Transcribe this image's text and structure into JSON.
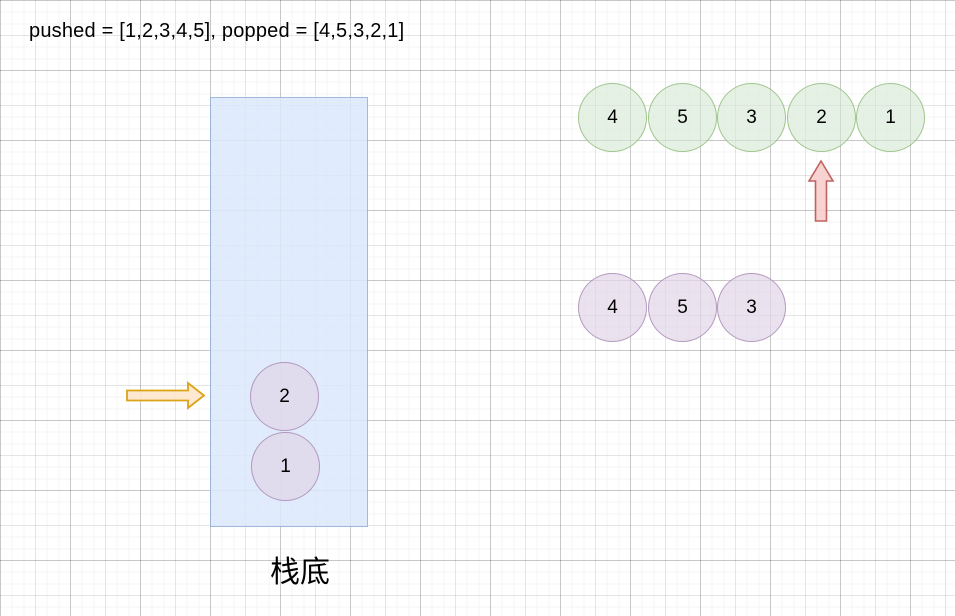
{
  "header": {
    "text": "pushed = [1,2,3,4,5], popped = [4,5,3,2,1]"
  },
  "stack": {
    "bottom_label": "栈底",
    "items": [
      "2",
      "1"
    ]
  },
  "pop_order_row": {
    "values": [
      "4",
      "5",
      "3",
      "2",
      "1"
    ]
  },
  "popped_items_row": {
    "values": [
      "4",
      "5",
      "3"
    ]
  },
  "icons": {
    "push_arrow": "right-arrow",
    "pop_arrow": "up-arrow"
  },
  "colors": {
    "stack_fill": "#dae8fc",
    "stack_stroke": "#6c8ebf",
    "pop_order_fill": "#d5e8d4",
    "pop_order_stroke": "#82b366",
    "popped_fill": "#e1d5e7",
    "popped_stroke": "#9673a6",
    "push_arrow_fill": "#ffe6cc",
    "push_arrow_stroke": "#d79b00",
    "pop_arrow_fill": "#f8cecc",
    "pop_arrow_stroke": "#b85450",
    "grid_major": "#dedede",
    "grid_minor": "#f5f5f5"
  }
}
